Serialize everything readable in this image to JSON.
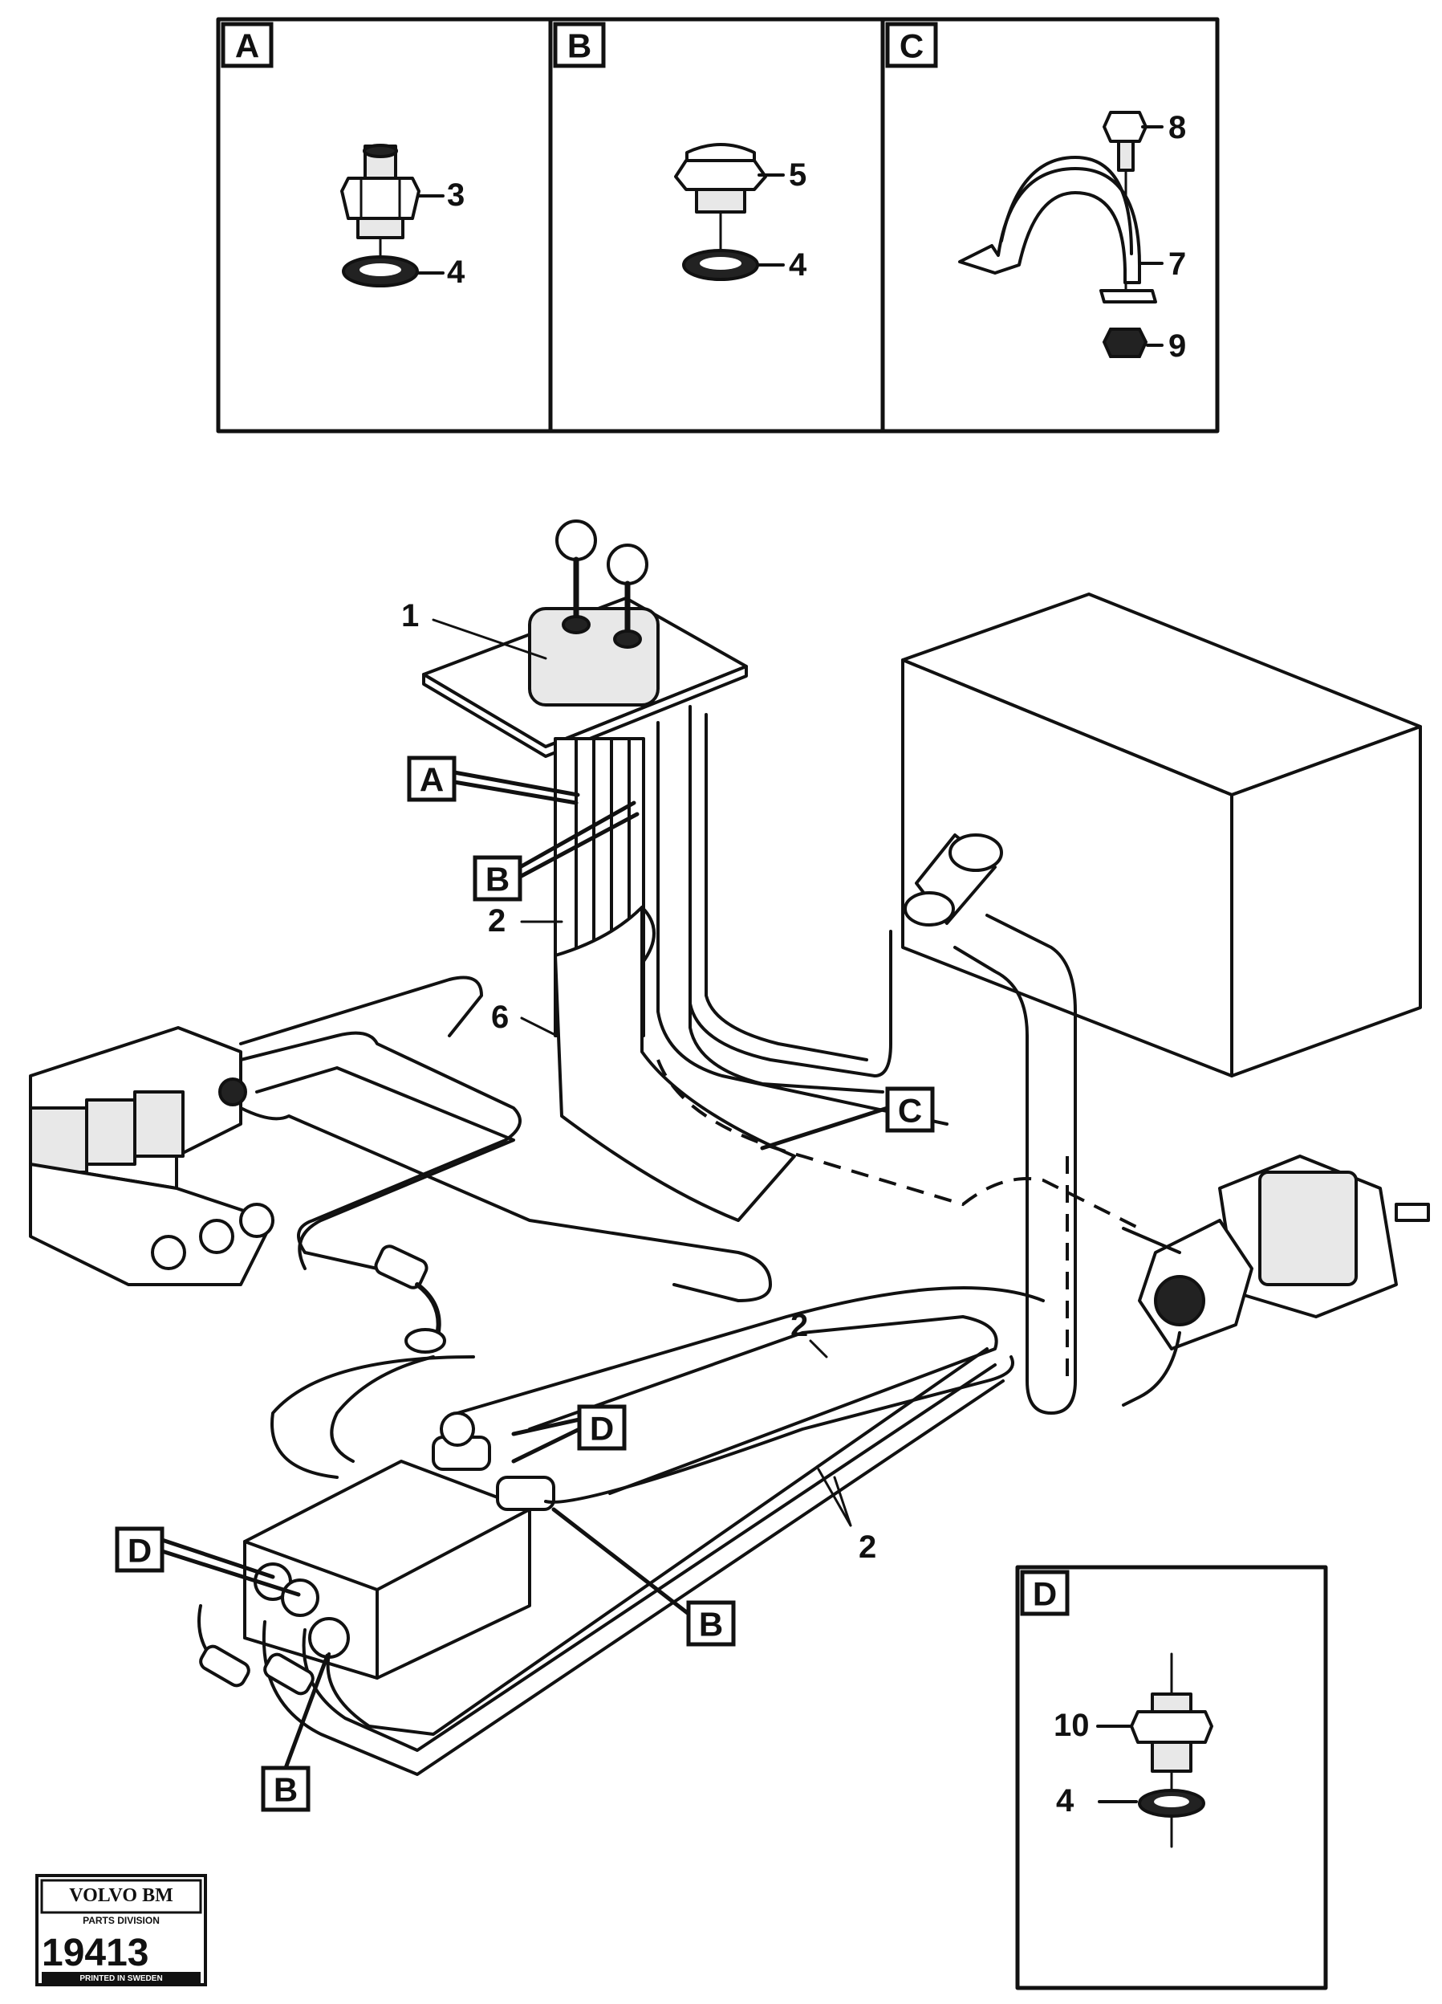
{
  "detail_panels": {
    "A": {
      "label": "A",
      "callouts": [
        "3",
        "4"
      ]
    },
    "B": {
      "label": "B",
      "callouts": [
        "5",
        "4"
      ]
    },
    "C": {
      "label": "C",
      "callouts": [
        "8",
        "7",
        "9"
      ]
    },
    "D": {
      "label": "D",
      "callouts": [
        "10",
        "4"
      ]
    }
  },
  "main_diagram": {
    "callouts": {
      "lever_valve": "1",
      "hose_upper": "2",
      "hose_mid": "2",
      "hose_lower": "2",
      "sleeve": "6"
    },
    "letter_tags": {
      "tag_a": "A",
      "tag_b_upper": "B",
      "tag_c": "C",
      "tag_d_upper": "D",
      "tag_d_left": "D",
      "tag_b_right": "B",
      "tag_b_lower": "B"
    }
  },
  "logo": {
    "brand": "VOLVO BM",
    "division": "PARTS DIVISION",
    "drawing_number": "19413",
    "printed": "PRINTED IN SWEDEN"
  }
}
